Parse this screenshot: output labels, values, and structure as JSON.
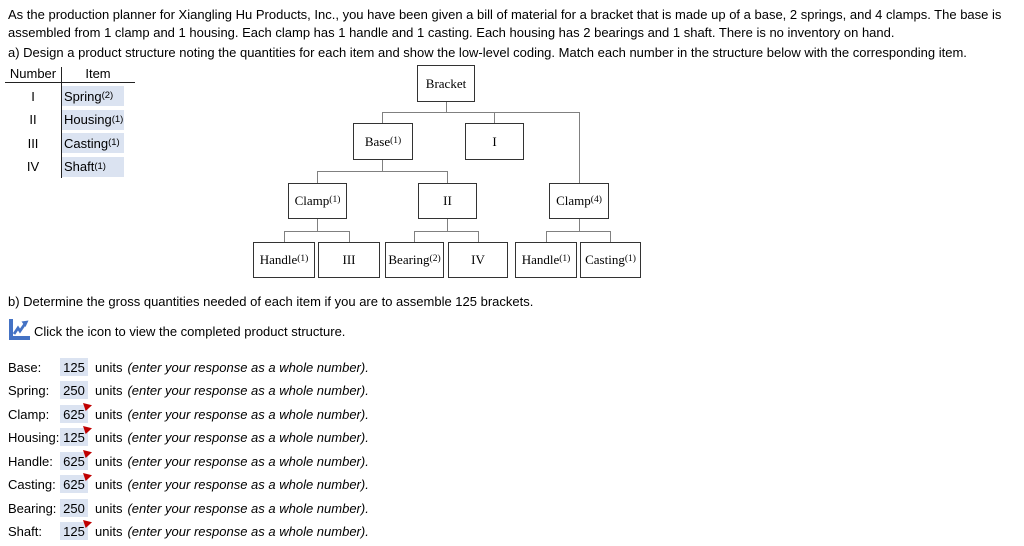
{
  "intro": {
    "paragraph": "As the production planner for Xiangling Hu Products, Inc., you have been given a bill of material for a bracket that is made up of a base, 2 springs, and 4 clamps. The base is assembled from 1 clamp and 1 housing. Each clamp has 1 handle and 1 casting. Each housing has 2 bearings and 1 shaft. There is no inventory on hand.",
    "part_a_prompt": "a) Design a product structure noting the quantities for each item and show the low-level coding. Match each number in the structure below with the corresponding item."
  },
  "matching_table": {
    "number_header": "Number",
    "item_header": "Item",
    "rows": [
      {
        "number": "I",
        "item": "Spring",
        "qty": "(2)"
      },
      {
        "number": "II",
        "item": "Housing",
        "qty": "(1)"
      },
      {
        "number": "III",
        "item": "Casting",
        "qty": "(1)"
      },
      {
        "number": "IV",
        "item": "Shaft",
        "qty": "(1)"
      }
    ]
  },
  "tree": {
    "bracket": {
      "label": "Bracket",
      "sub": ""
    },
    "base": {
      "label": "Base",
      "sub": "(1)"
    },
    "slot1": {
      "label": "I",
      "sub": ""
    },
    "clamp1": {
      "label": "Clamp",
      "sub": "(1)"
    },
    "slot2": {
      "label": "II",
      "sub": ""
    },
    "clamp4": {
      "label": "Clamp",
      "sub": "(4)"
    },
    "handle_left": {
      "label": "Handle",
      "sub": "(1)"
    },
    "slot3": {
      "label": "III",
      "sub": ""
    },
    "bearing": {
      "label": "Bearing",
      "sub": "(2)"
    },
    "slot4": {
      "label": "IV",
      "sub": ""
    },
    "handle_right": {
      "label": "Handle",
      "sub": "(1)"
    },
    "casting": {
      "label": "Casting",
      "sub": "(1)"
    }
  },
  "part_b": {
    "prompt": "b) Determine the gross quantities needed of each item if you are to assemble 125 brackets.",
    "icon_name": "chart-icon",
    "icon_caption": "Click the icon to view the completed product structure.",
    "units_label": "units",
    "hint": "(enter your response as a whole number).",
    "answers": [
      {
        "label": "Base:",
        "value": "125",
        "flagged": false
      },
      {
        "label": "Spring:",
        "value": "250",
        "flagged": false
      },
      {
        "label": "Clamp:",
        "value": "625",
        "flagged": true
      },
      {
        "label": "Housing:",
        "value": "125",
        "flagged": true
      },
      {
        "label": "Handle:",
        "value": "625",
        "flagged": true
      },
      {
        "label": "Casting:",
        "value": "625",
        "flagged": true
      },
      {
        "label": "Bearing:",
        "value": "250",
        "flagged": false
      },
      {
        "label": "Shaft:",
        "value": "125",
        "flagged": true
      }
    ]
  },
  "colors": {
    "input_background": "#dbe3f1",
    "flag_red": "#c00000",
    "icon_blue": "#4472c4",
    "connector_gray": "#808080",
    "box_border": "#333333"
  }
}
